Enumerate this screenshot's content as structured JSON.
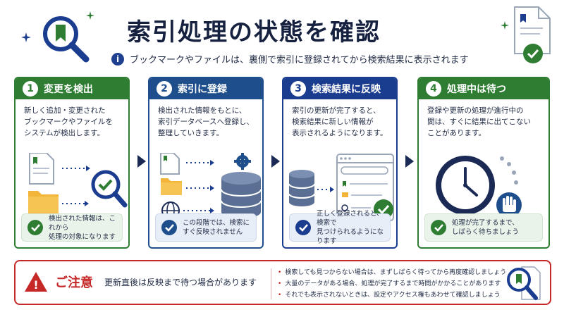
{
  "header": {
    "title": "索引処理の状態を確認",
    "info_glyph": "i",
    "subtitle": "ブックマークやファイルは、裏側で索引に登録されてから検索結果に表示されます"
  },
  "cards": [
    {
      "number": "1",
      "title": "変更を検出",
      "color": "#2e7d32",
      "description": "新しく追加・変更された\nブックマークやファイルを\nシステムが検出します。",
      "note": "検出された情報は、これから\n処理の対象になります"
    },
    {
      "number": "2",
      "title": "索引に登録",
      "color": "#1e4f8c",
      "description": "検出された情報をもとに、\n索引データベースへ登録し、\n整理していきます。",
      "note": "この段階では、検索に\nすぐ反映されません"
    },
    {
      "number": "3",
      "title": "検索結果に反映",
      "color": "#1b3d8f",
      "description": "索引の更新が完了すると、\n検索結果に新しい情報が\n表示されるようになります。",
      "note": "正しく登録されると、検索で\n見つけられるようになります"
    },
    {
      "number": "4",
      "title": "処理中は待つ",
      "color": "#2e7d32",
      "description": "登録や更新の処理が進行中の\n間は、すぐに結果に出てこない\nことがあります。",
      "note": "処理が完了するまで、\nしばらく待ちましょう"
    }
  ],
  "caution": {
    "icon_glyph": "!",
    "title": "ご注意",
    "message": "更新直後は反映まで待つ場合があります",
    "items": [
      "検索しても見つからない場合は、まずしばらく待ってから再度確認しましょう",
      "大量のデータがある場合、処理が完了するまで時間がかかることがあります",
      "それでも表示されないときは、設定やアクセス権もあわせて確認しましょう"
    ]
  },
  "icons": [
    "magnifier-bookmark-icon",
    "document-check-icon",
    "document-icon",
    "folder-icon",
    "gear-icon",
    "database-icon",
    "globe-icon",
    "browser-icon",
    "clock-icon",
    "hand-icon",
    "warning-icon",
    "check-icon"
  ],
  "colors": {
    "green": "#2e7d32",
    "navy": "#1b2a55",
    "blue": "#1b3d8f",
    "red": "#c62828"
  }
}
